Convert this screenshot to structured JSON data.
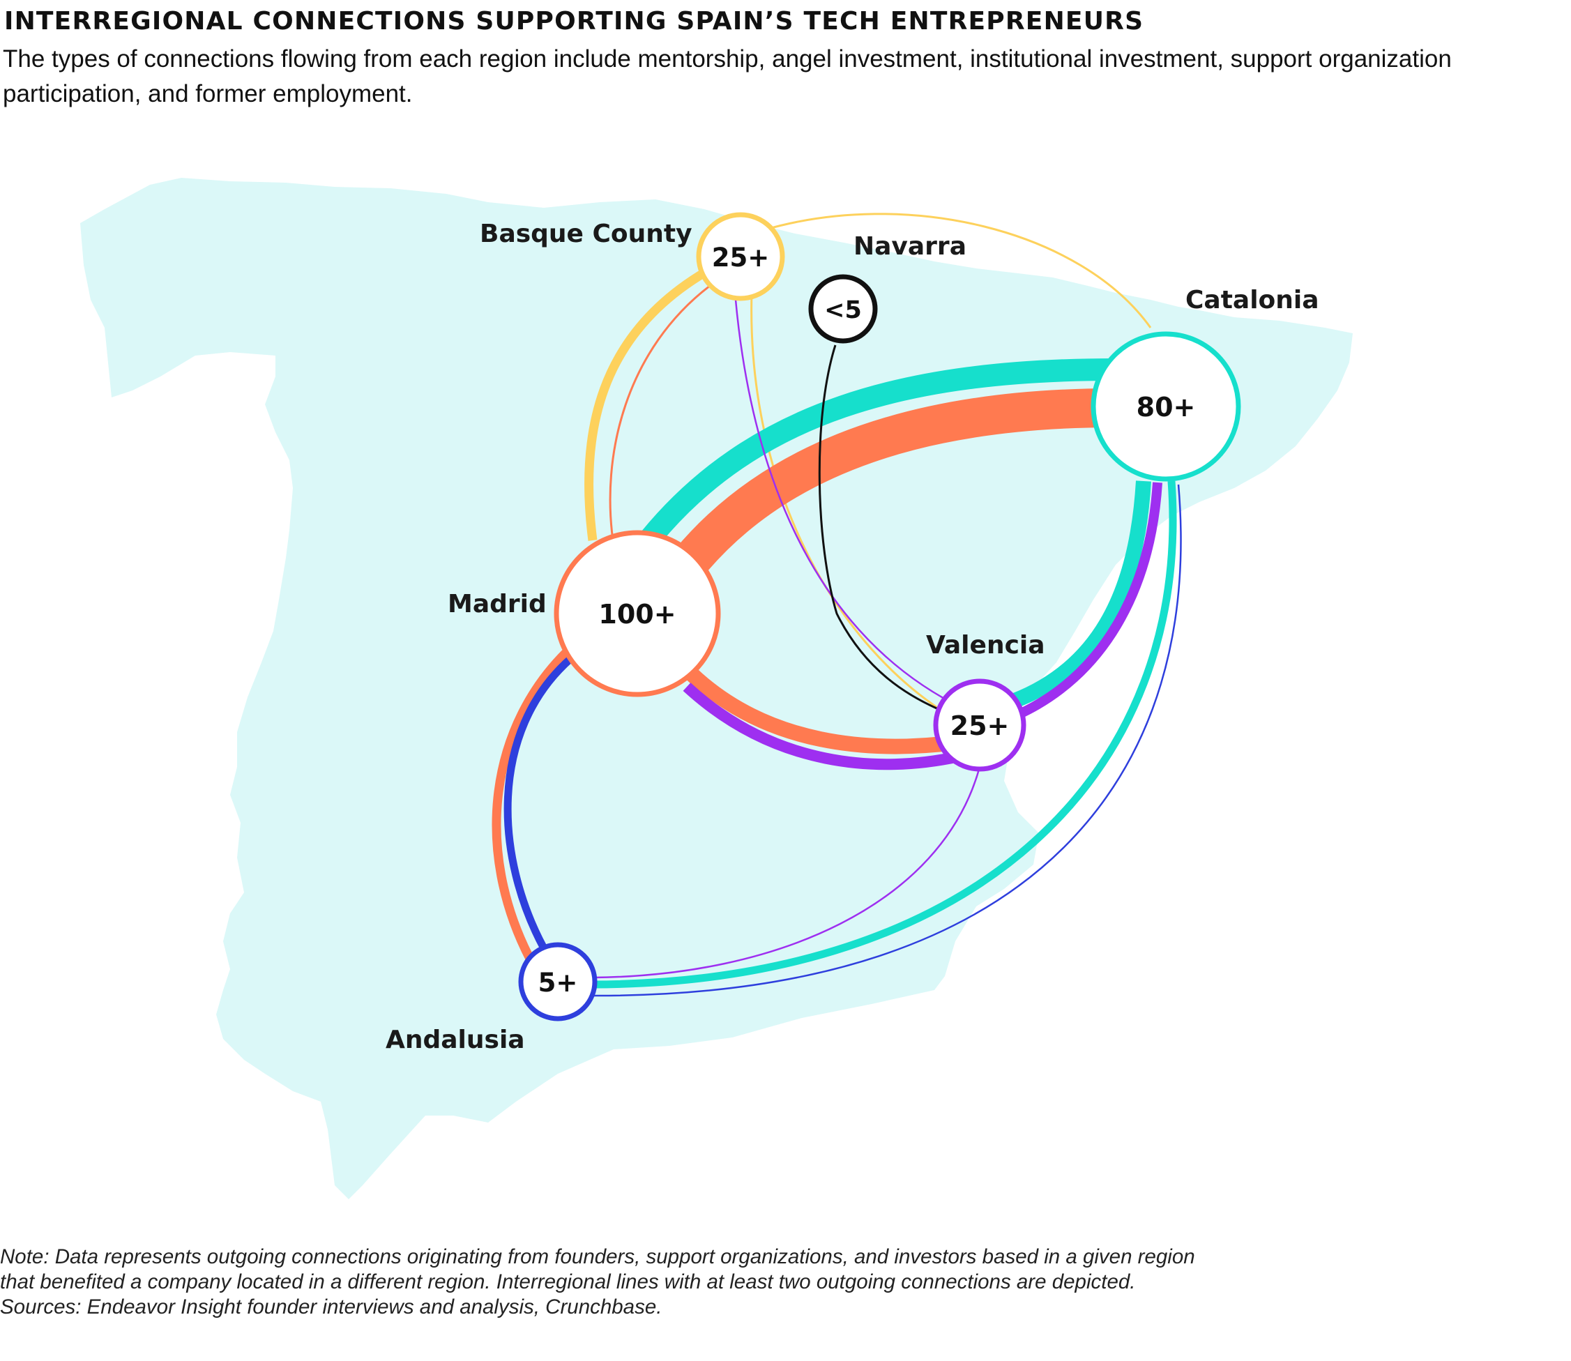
{
  "title": "INTERREGIONAL CONNECTIONS SUPPORTING SPAIN’S TECH ENTREPRENEURS",
  "subtitle": "The types of connections flowing from each region include mentorship, angel investment, institutional investment, support organization participation, and former employment.",
  "regions": {
    "basque": {
      "name": "Basque County",
      "value": "25+",
      "color": "#fdd15c"
    },
    "navarra": {
      "name": "Navarra",
      "value": "<5",
      "color": "#111111"
    },
    "catalonia": {
      "name": "Catalonia",
      "value": "80+",
      "color": "#16dfcc"
    },
    "madrid": {
      "name": "Madrid",
      "value": "100+",
      "color": "#ff7a50"
    },
    "valencia": {
      "name": "Valencia",
      "value": "25+",
      "color": "#9e2ff0"
    },
    "andalusia": {
      "name": "Andalusia",
      "value": "5+",
      "color": "#2e3fdd"
    }
  },
  "map_fill": "#dbf8f8",
  "notes": {
    "line1": "Note: Data represents outgoing connections originating from founders, support organizations, and investors based in a given region",
    "line2": "that benefited a company located in a different region. Interregional lines with at least two outgoing connections are depicted.",
    "line3": "Sources: Endeavor Insight founder interviews and analysis, Crunchbase."
  }
}
